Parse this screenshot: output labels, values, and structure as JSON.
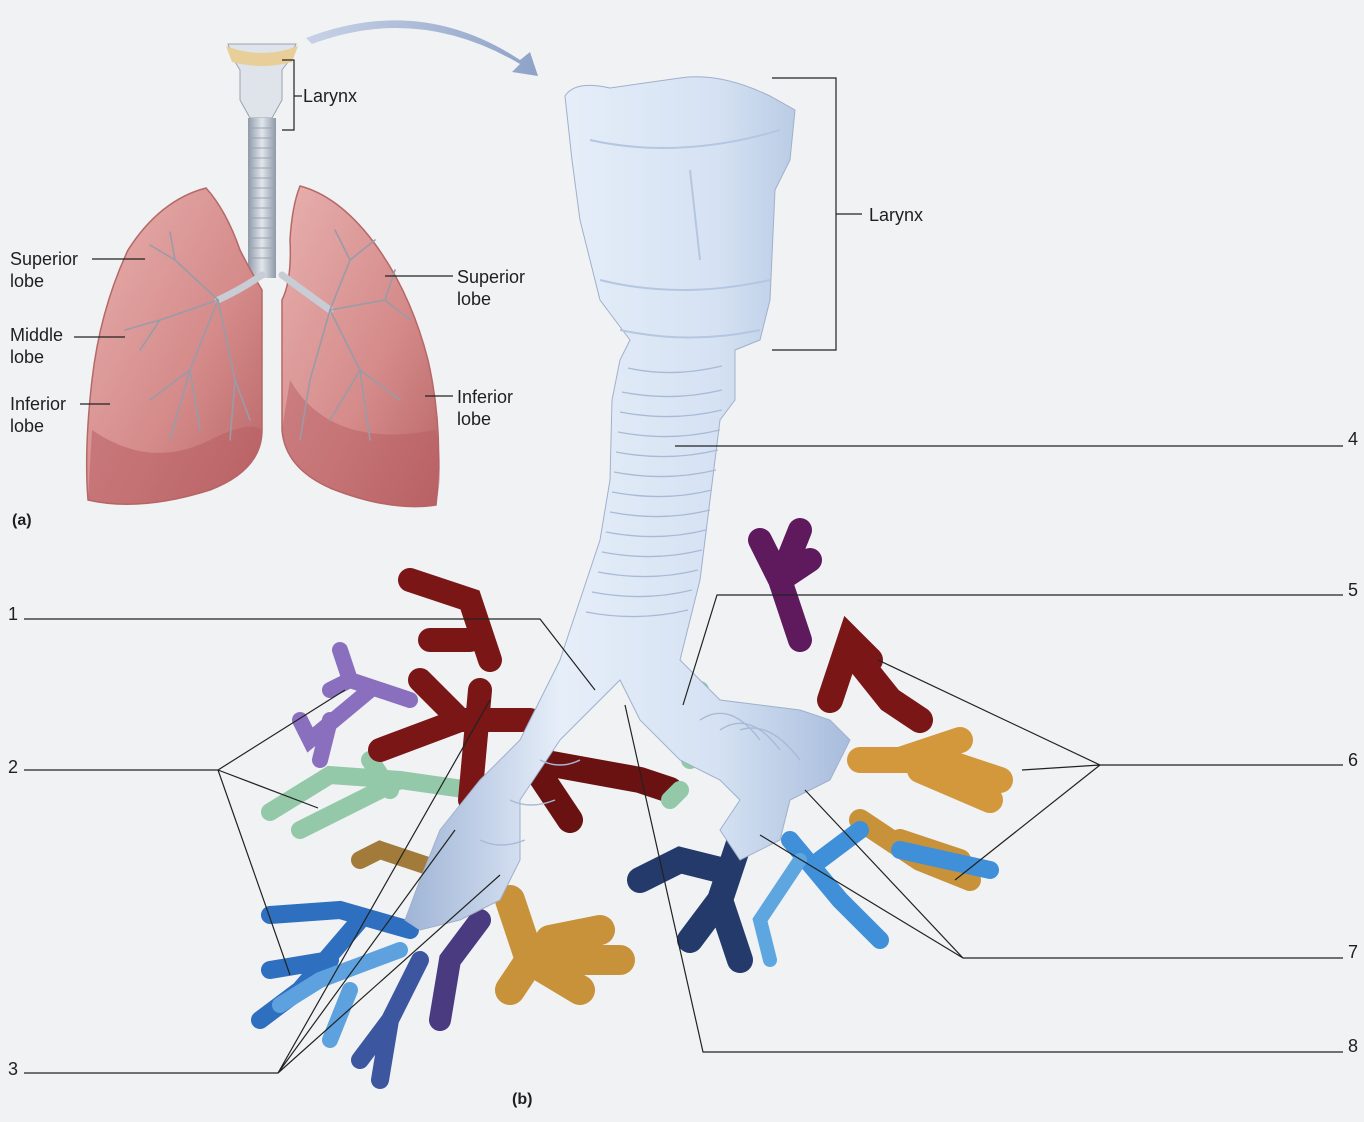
{
  "panel_a": {
    "panel_label": "(a)",
    "labels": {
      "larynx": "Larynx",
      "left_superior": "Superior\nlobe",
      "left_middle": "Middle\nlobe",
      "left_inferior": "Inferior\nlobe",
      "right_superior": "Superior\nlobe",
      "right_inferior": "Inferior\nlobe"
    }
  },
  "panel_b": {
    "panel_label": "(b)",
    "larynx_label": "Larynx",
    "numbers": [
      "1",
      "2",
      "3",
      "4",
      "5",
      "6",
      "7",
      "8"
    ]
  },
  "colors": {
    "background": "#f1f2f4",
    "lung": "#d88c8c",
    "trachea": "#c8d6ea",
    "segment_maroon": "#7a1616",
    "segment_purple": "#6a4aa0",
    "segment_green": "#8fc3a4",
    "segment_orange": "#c88a2a",
    "segment_blue": "#3f86d0",
    "segment_navy": "#233a6a"
  }
}
